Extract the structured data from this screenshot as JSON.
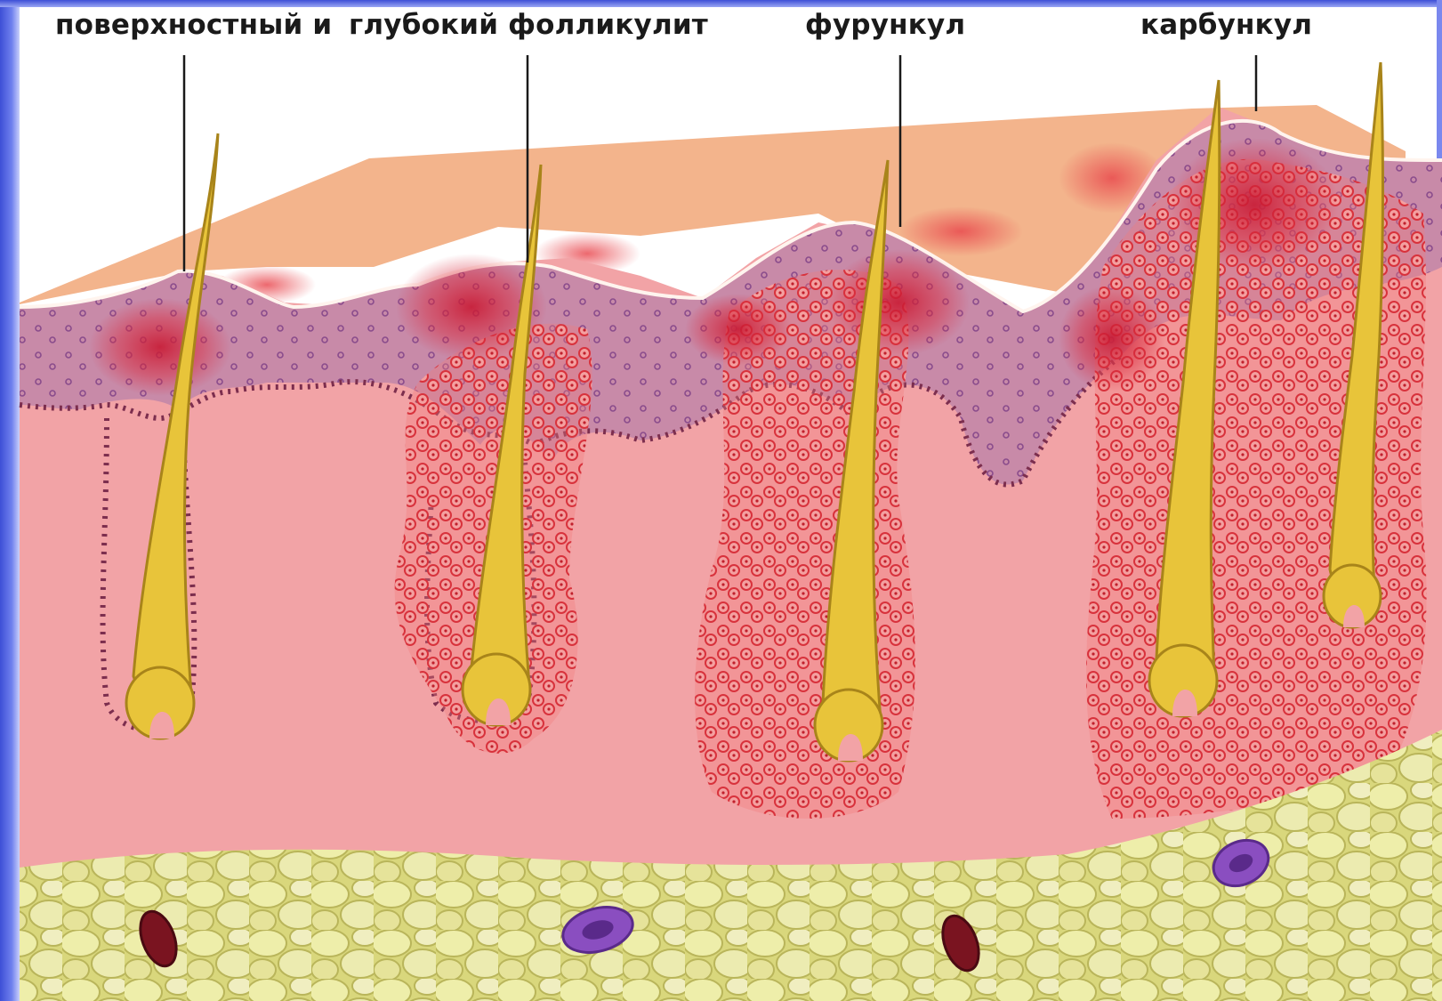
{
  "labels": {
    "superficial": "поверхностный  и",
    "deep_folliculitis": "глубокий фолликулит",
    "furuncle": "фурункул",
    "carbuncle": "карбункул"
  },
  "colors": {
    "frame_blue": "#3d4fd6",
    "skin_surface": "#f3b48c",
    "epidermis": "#c98aa6",
    "dermis": "#f2a3a6",
    "fat": "#e8e49a",
    "hair": "#e8c43a",
    "inflammation": "#d8283c",
    "leader_line": "#1a1a1a"
  }
}
